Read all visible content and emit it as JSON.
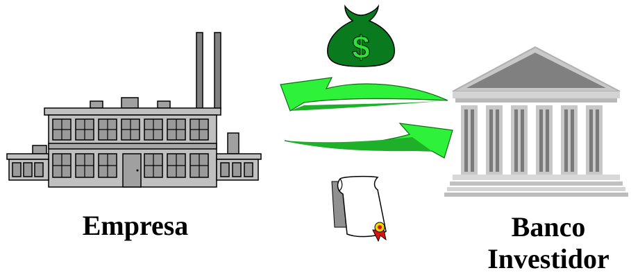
{
  "labels": {
    "company": "Empresa",
    "bank_line1": "Banco",
    "bank_line2": "Investidor"
  },
  "icons": {
    "money": "money-bag-icon",
    "company": "factory-icon",
    "bank": "bank-building-icon",
    "certificate": "certificate-scroll-icon",
    "arrows": [
      "exchange-arrow-left-icon",
      "exchange-arrow-right-icon"
    ]
  },
  "colors": {
    "money_green": "#0a7a1e",
    "arrow_green": "#2ef23a",
    "building_gray": "#c0c0c0",
    "dark_gray": "#808080",
    "seal_red": "#e01010"
  }
}
